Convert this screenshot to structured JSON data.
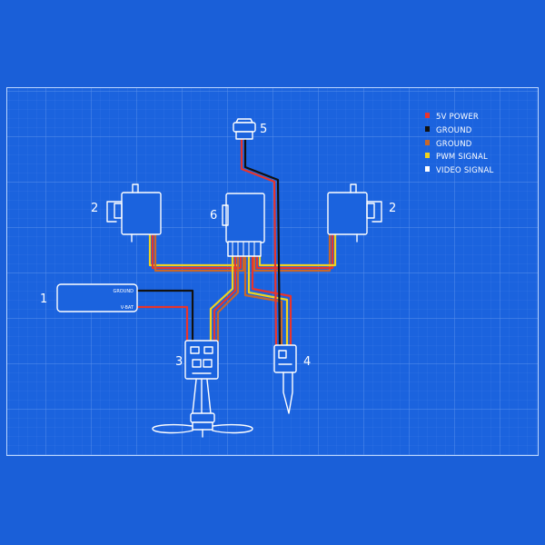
{
  "legend": [
    {
      "label": "5V POWER",
      "color": "#e8342c"
    },
    {
      "label": "GROUND",
      "color": "#111111"
    },
    {
      "label": "GROUND",
      "color": "#c8682a"
    },
    {
      "label": "PWM SIGNAL",
      "color": "#f0d21e"
    },
    {
      "label": "VIDEO SIGNAL",
      "color": "#ffffff"
    }
  ],
  "components": {
    "battery": {
      "number": "1",
      "ground_label": "GROUND",
      "vbat_label": "V-BAT"
    },
    "servo_left": {
      "number": "2"
    },
    "servo_right": {
      "number": "2"
    },
    "esc": {
      "number": "3"
    },
    "video_module": {
      "number": "4"
    },
    "camera": {
      "number": "5"
    },
    "receiver": {
      "number": "6"
    }
  },
  "colors": {
    "background": "#1a5fd8",
    "grid": "#5b92ee",
    "outline": "#ffffff"
  }
}
